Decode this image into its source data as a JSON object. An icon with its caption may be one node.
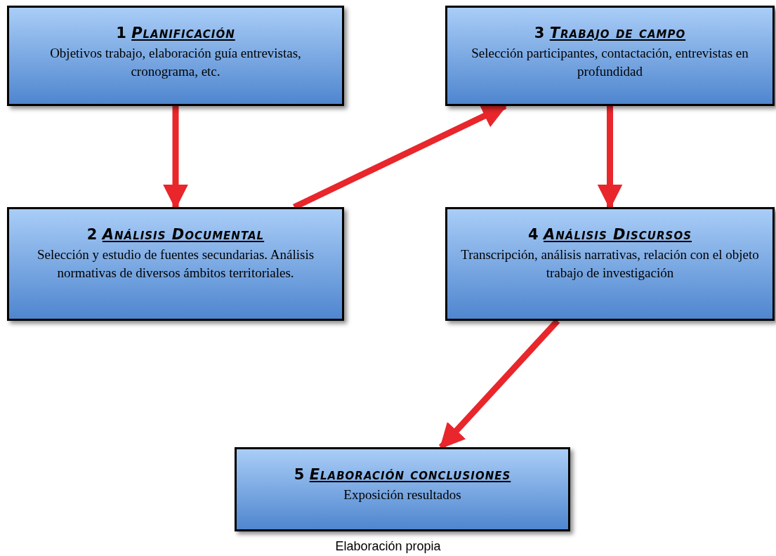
{
  "diagram": {
    "caption": "Elaboración propia",
    "nodes": [
      {
        "text": [
          "1 *Planificación*",
          "Objetivos trabajo, elaboración guía entrevistas, cronograma, etc."
        ]
      },
      {
        "text": [
          "2 *Análisis Documental*",
          "Selección y estudio de fuentes secundarias. Análisis normativas de diversos ámbitos territoriales."
        ]
      },
      {
        "text": [
          "3 *Trabajo de campo*",
          "Selección participantes, contactación, entrevistas en profundidad"
        ]
      },
      {
        "text": [
          "4 *Análisis Discursos*",
          "Transcripción, análisis narrativas, relación con el objeto trabajo de investigación"
        ]
      },
      {
        "text": [
          "5 *Elaboración conclusiones*",
          "Exposición resultados"
        ]
      }
    ],
    "edges": [
      {
        "from": 0,
        "to": 1,
        "arrow": "to"
      },
      {
        "from": 1,
        "to": 2,
        "arrow": "to"
      },
      {
        "from": 2,
        "to": 3,
        "arrow": "to"
      },
      {
        "from": 3,
        "to": 4,
        "arrow": "to"
      }
    ]
  }
}
